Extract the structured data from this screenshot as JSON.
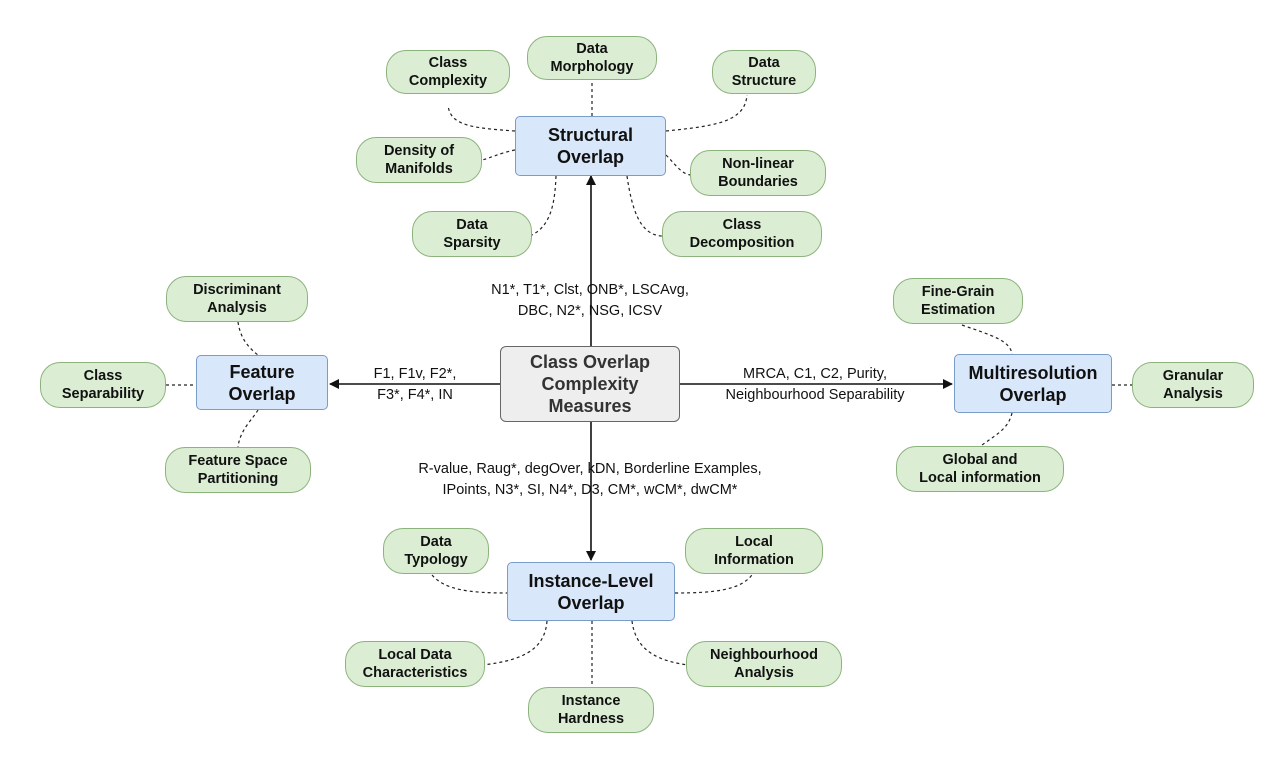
{
  "center": {
    "line1": "Class Overlap",
    "line2": "Complexity",
    "line3": "Measures"
  },
  "structural": {
    "title1": "Structural",
    "title2": "Overlap",
    "measures1": "N1*, T1*, Clst, ONB*, LSCAvg,",
    "measures2": "DBC, N2*, NSG, ICSV",
    "leaves": {
      "class_complexity": [
        "Class",
        "Complexity"
      ],
      "data_morphology": [
        "Data",
        "Morphology"
      ],
      "data_structure": [
        "Data",
        "Structure"
      ],
      "density_manifolds": [
        "Density of",
        "Manifolds"
      ],
      "non_linear": [
        "Non-linear",
        "Boundaries"
      ],
      "data_sparsity": [
        "Data",
        "Sparsity"
      ],
      "class_decomposition": [
        "Class",
        "Decomposition"
      ]
    }
  },
  "feature": {
    "title1": "Feature",
    "title2": "Overlap",
    "measures1": "F1, F1v, F2*,",
    "measures2": "F3*, F4*, IN",
    "leaves": {
      "discriminant": [
        "Discriminant",
        "Analysis"
      ],
      "separability": [
        "Class",
        "Separability"
      ],
      "partitioning": [
        "Feature Space",
        "Partitioning"
      ]
    }
  },
  "multiresolution": {
    "title1": "Multiresolution",
    "title2": "Overlap",
    "measures1": "MRCA, C1, C2, Purity,",
    "measures2": "Neighbourhood Separability",
    "leaves": {
      "fine_grain": [
        "Fine-Grain",
        "Estimation"
      ],
      "granular": [
        "Granular",
        "Analysis"
      ],
      "global_local": [
        "Global and",
        "Local information"
      ]
    }
  },
  "instance": {
    "title1": "Instance-Level",
    "title2": "Overlap",
    "measures1": "R-value, Raug*, degOver, kDN, Borderline Examples,",
    "measures2": "IPoints, N3*, SI, N4*, D3, CM*, wCM*, dwCM*",
    "leaves": {
      "data_typology": [
        "Data",
        "Typology"
      ],
      "local_information": [
        "Local",
        "Information"
      ],
      "local_data_char": [
        "Local Data",
        "Characteristics"
      ],
      "neighbourhood": [
        "Neighbourhood",
        "Analysis"
      ],
      "hardness": [
        "Instance",
        "Hardness"
      ]
    }
  }
}
